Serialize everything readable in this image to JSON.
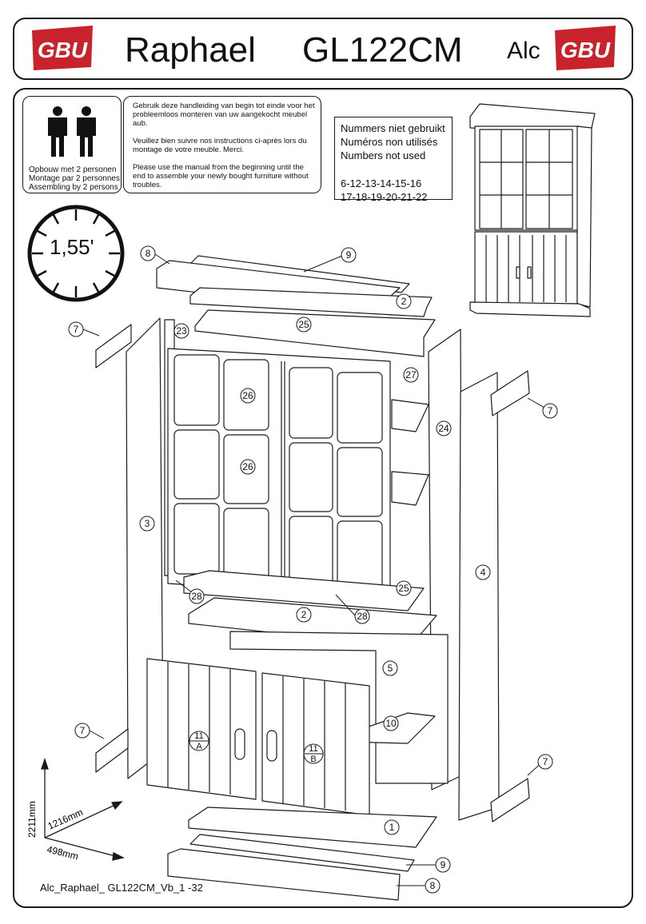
{
  "header": {
    "brand_left": "GBU",
    "brand_right": "GBU",
    "product_name": "Raphael",
    "product_code": "GL122CM",
    "material_code": "Alc"
  },
  "persons": {
    "lines": [
      "Opbouw met  2 personen",
      "Montage par 2 personnes",
      "Assembling by 2 persons"
    ]
  },
  "instructions": [
    "Gebruik deze handleiding van begin tot einde voor het probleemloos monteren van uw aangekocht meubel aub.",
    "Veuillez bien suivre nos instructions ci-après lors du montage de votre meuble. Merci.",
    "Please use the manual from the beginning until the end to assemble your newly bought furniture without troubles."
  ],
  "unused_parts": {
    "titles": [
      "Nummers niet gebruikt",
      "Numéros non utilisés",
      "Numbers not used"
    ],
    "numbers": [
      "6-12-13-14-15-16",
      "17-18-19-20-21-22"
    ]
  },
  "assembly_time": "1,55'",
  "dimensions": {
    "height": "2211mm",
    "width": "1216mm",
    "depth": "498mm"
  },
  "part_labels": {
    "p1": "1",
    "p2a": "2",
    "p2b": "2",
    "p3": "3",
    "p4": "4",
    "p5": "5",
    "p7a": "7",
    "p7b": "7",
    "p7c": "7",
    "p7d": "7",
    "p8a": "8",
    "p8b": "8",
    "p9a": "9",
    "p9b": "9",
    "p10": "10",
    "p11a_num": "11",
    "p11a_sub": "A",
    "p11b_num": "11",
    "p11b_sub": "B",
    "p23": "23",
    "p24": "24",
    "p25a": "25",
    "p25b": "25",
    "p26a": "26",
    "p26b": "26",
    "p27": "27",
    "p28a": "28",
    "p28b": "28"
  },
  "footer": {
    "document_ref": "Alc_Raphael_ GL122CM_Vb_1  -32"
  },
  "colors": {
    "line": "#1a1a1a",
    "logo_red": "#c8232c"
  }
}
